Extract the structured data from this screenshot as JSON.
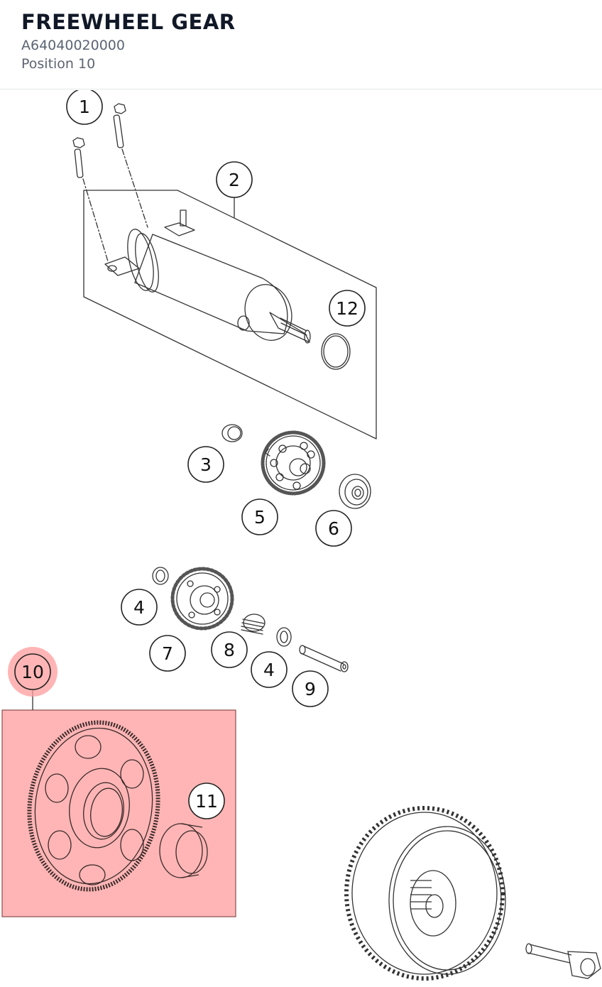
{
  "header": {
    "title": "FREEWHEEL GEAR",
    "part_number": "A64040020000",
    "position_label": "Position 10"
  },
  "diagram": {
    "highlight_color": "#ff9c9c",
    "callouts": [
      {
        "id": "c1",
        "label": "1",
        "highlighted": false
      },
      {
        "id": "c2",
        "label": "2",
        "highlighted": false
      },
      {
        "id": "c12",
        "label": "12",
        "highlighted": false
      },
      {
        "id": "c3",
        "label": "3",
        "highlighted": false
      },
      {
        "id": "c5",
        "label": "5",
        "highlighted": false
      },
      {
        "id": "c6",
        "label": "6",
        "highlighted": false
      },
      {
        "id": "c4a",
        "label": "4",
        "highlighted": false
      },
      {
        "id": "c7",
        "label": "7",
        "highlighted": false
      },
      {
        "id": "c8",
        "label": "8",
        "highlighted": false
      },
      {
        "id": "c4b",
        "label": "4",
        "highlighted": false
      },
      {
        "id": "c9",
        "label": "9",
        "highlighted": false
      },
      {
        "id": "c10",
        "label": "10",
        "highlighted": true
      },
      {
        "id": "c11",
        "label": "11",
        "highlighted": false
      }
    ]
  }
}
